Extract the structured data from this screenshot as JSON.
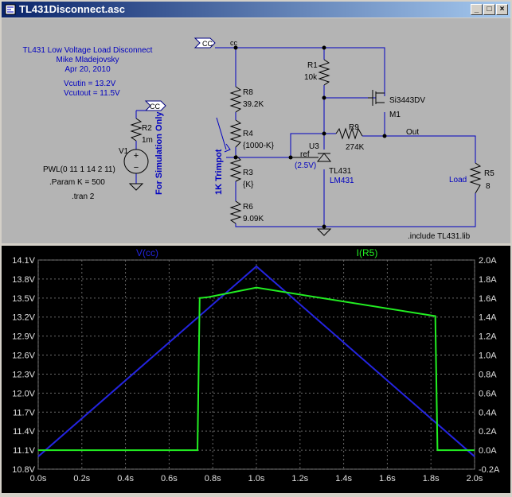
{
  "window": {
    "title": "TL431Disconnect.asc"
  },
  "schematic": {
    "description_lines": [
      "TL431 Low Voltage Load Disconnect",
      "Mike Mladejovsky",
      "Apr 20, 2010"
    ],
    "vcutin": "Vcutin = 13.2V",
    "vcutout": "Vcutout = 11.5V",
    "sim_note": "For Simulation Only",
    "trimpot_note": "1K Trimpot",
    "source": {
      "name": "V1",
      "value": "PWL(0 11 1 14 2 11)"
    },
    "param": ".Param K = 500",
    "tran": ".tran 2",
    "include": ".include TL431.lib",
    "net_cc": "CC",
    "net_cc_small": "cc",
    "net_out": "Out",
    "net_ref": "ref",
    "ref_voltage": "(2.5V)",
    "components": {
      "R1": {
        "name": "R1",
        "value": "10k"
      },
      "R2": {
        "name": "R2",
        "value": "1m"
      },
      "R3": {
        "name": "R3",
        "value": "{K}"
      },
      "R4": {
        "name": "R4",
        "value": "{1000-K}"
      },
      "R5": {
        "name": "R5",
        "value": "8"
      },
      "R6": {
        "name": "R6",
        "value": "9.09K"
      },
      "R8": {
        "name": "R8",
        "value": "39.2K"
      },
      "R9": {
        "name": "R9",
        "value": "274K"
      },
      "M1": {
        "name": "M1",
        "value": "Si3443DV"
      },
      "U3": {
        "name": "U3",
        "value": "TL431",
        "alt": "LM431"
      },
      "load": "Load"
    }
  },
  "colors": {
    "v_trace": "#2424e0",
    "i_trace": "#22ee22",
    "schematic_bg": "#b4b4b4",
    "wire_blue": "#0000c0"
  },
  "chart_data": {
    "type": "line",
    "x": [
      0.0,
      0.73,
      0.74,
      0.78,
      1.0,
      1.82,
      1.83,
      2.0
    ],
    "xlabel": "",
    "xlim": [
      0.0,
      2.0
    ],
    "x_ticks": [
      "0.0s",
      "0.2s",
      "0.4s",
      "0.6s",
      "0.8s",
      "1.0s",
      "1.2s",
      "1.4s",
      "1.6s",
      "1.8s",
      "2.0s"
    ],
    "y_left_ticks": [
      "14.1V",
      "13.8V",
      "13.5V",
      "13.2V",
      "12.9V",
      "12.6V",
      "12.3V",
      "12.0V",
      "11.7V",
      "11.4V",
      "11.1V",
      "10.8V"
    ],
    "y_right_ticks": [
      "2.0A",
      "1.8A",
      "1.6A",
      "1.4A",
      "1.2A",
      "1.0A",
      "0.8A",
      "0.6A",
      "0.4A",
      "0.2A",
      "0.0A",
      "-0.2A"
    ],
    "ylim_left": [
      10.8,
      14.1
    ],
    "ylim_right": [
      -0.2,
      2.0
    ],
    "grid": true,
    "series": [
      {
        "name": "V(cc)",
        "axis": "left",
        "x": [
          0.0,
          1.0,
          2.0
        ],
        "values": [
          11.0,
          14.0,
          11.0
        ]
      },
      {
        "name": "I(R5)",
        "axis": "right",
        "x": [
          0.0,
          0.73,
          0.74,
          0.78,
          1.0,
          1.82,
          1.83,
          2.0
        ],
        "values": [
          0.0,
          0.0,
          1.6,
          1.61,
          1.71,
          1.41,
          0.0,
          0.0
        ]
      }
    ]
  }
}
